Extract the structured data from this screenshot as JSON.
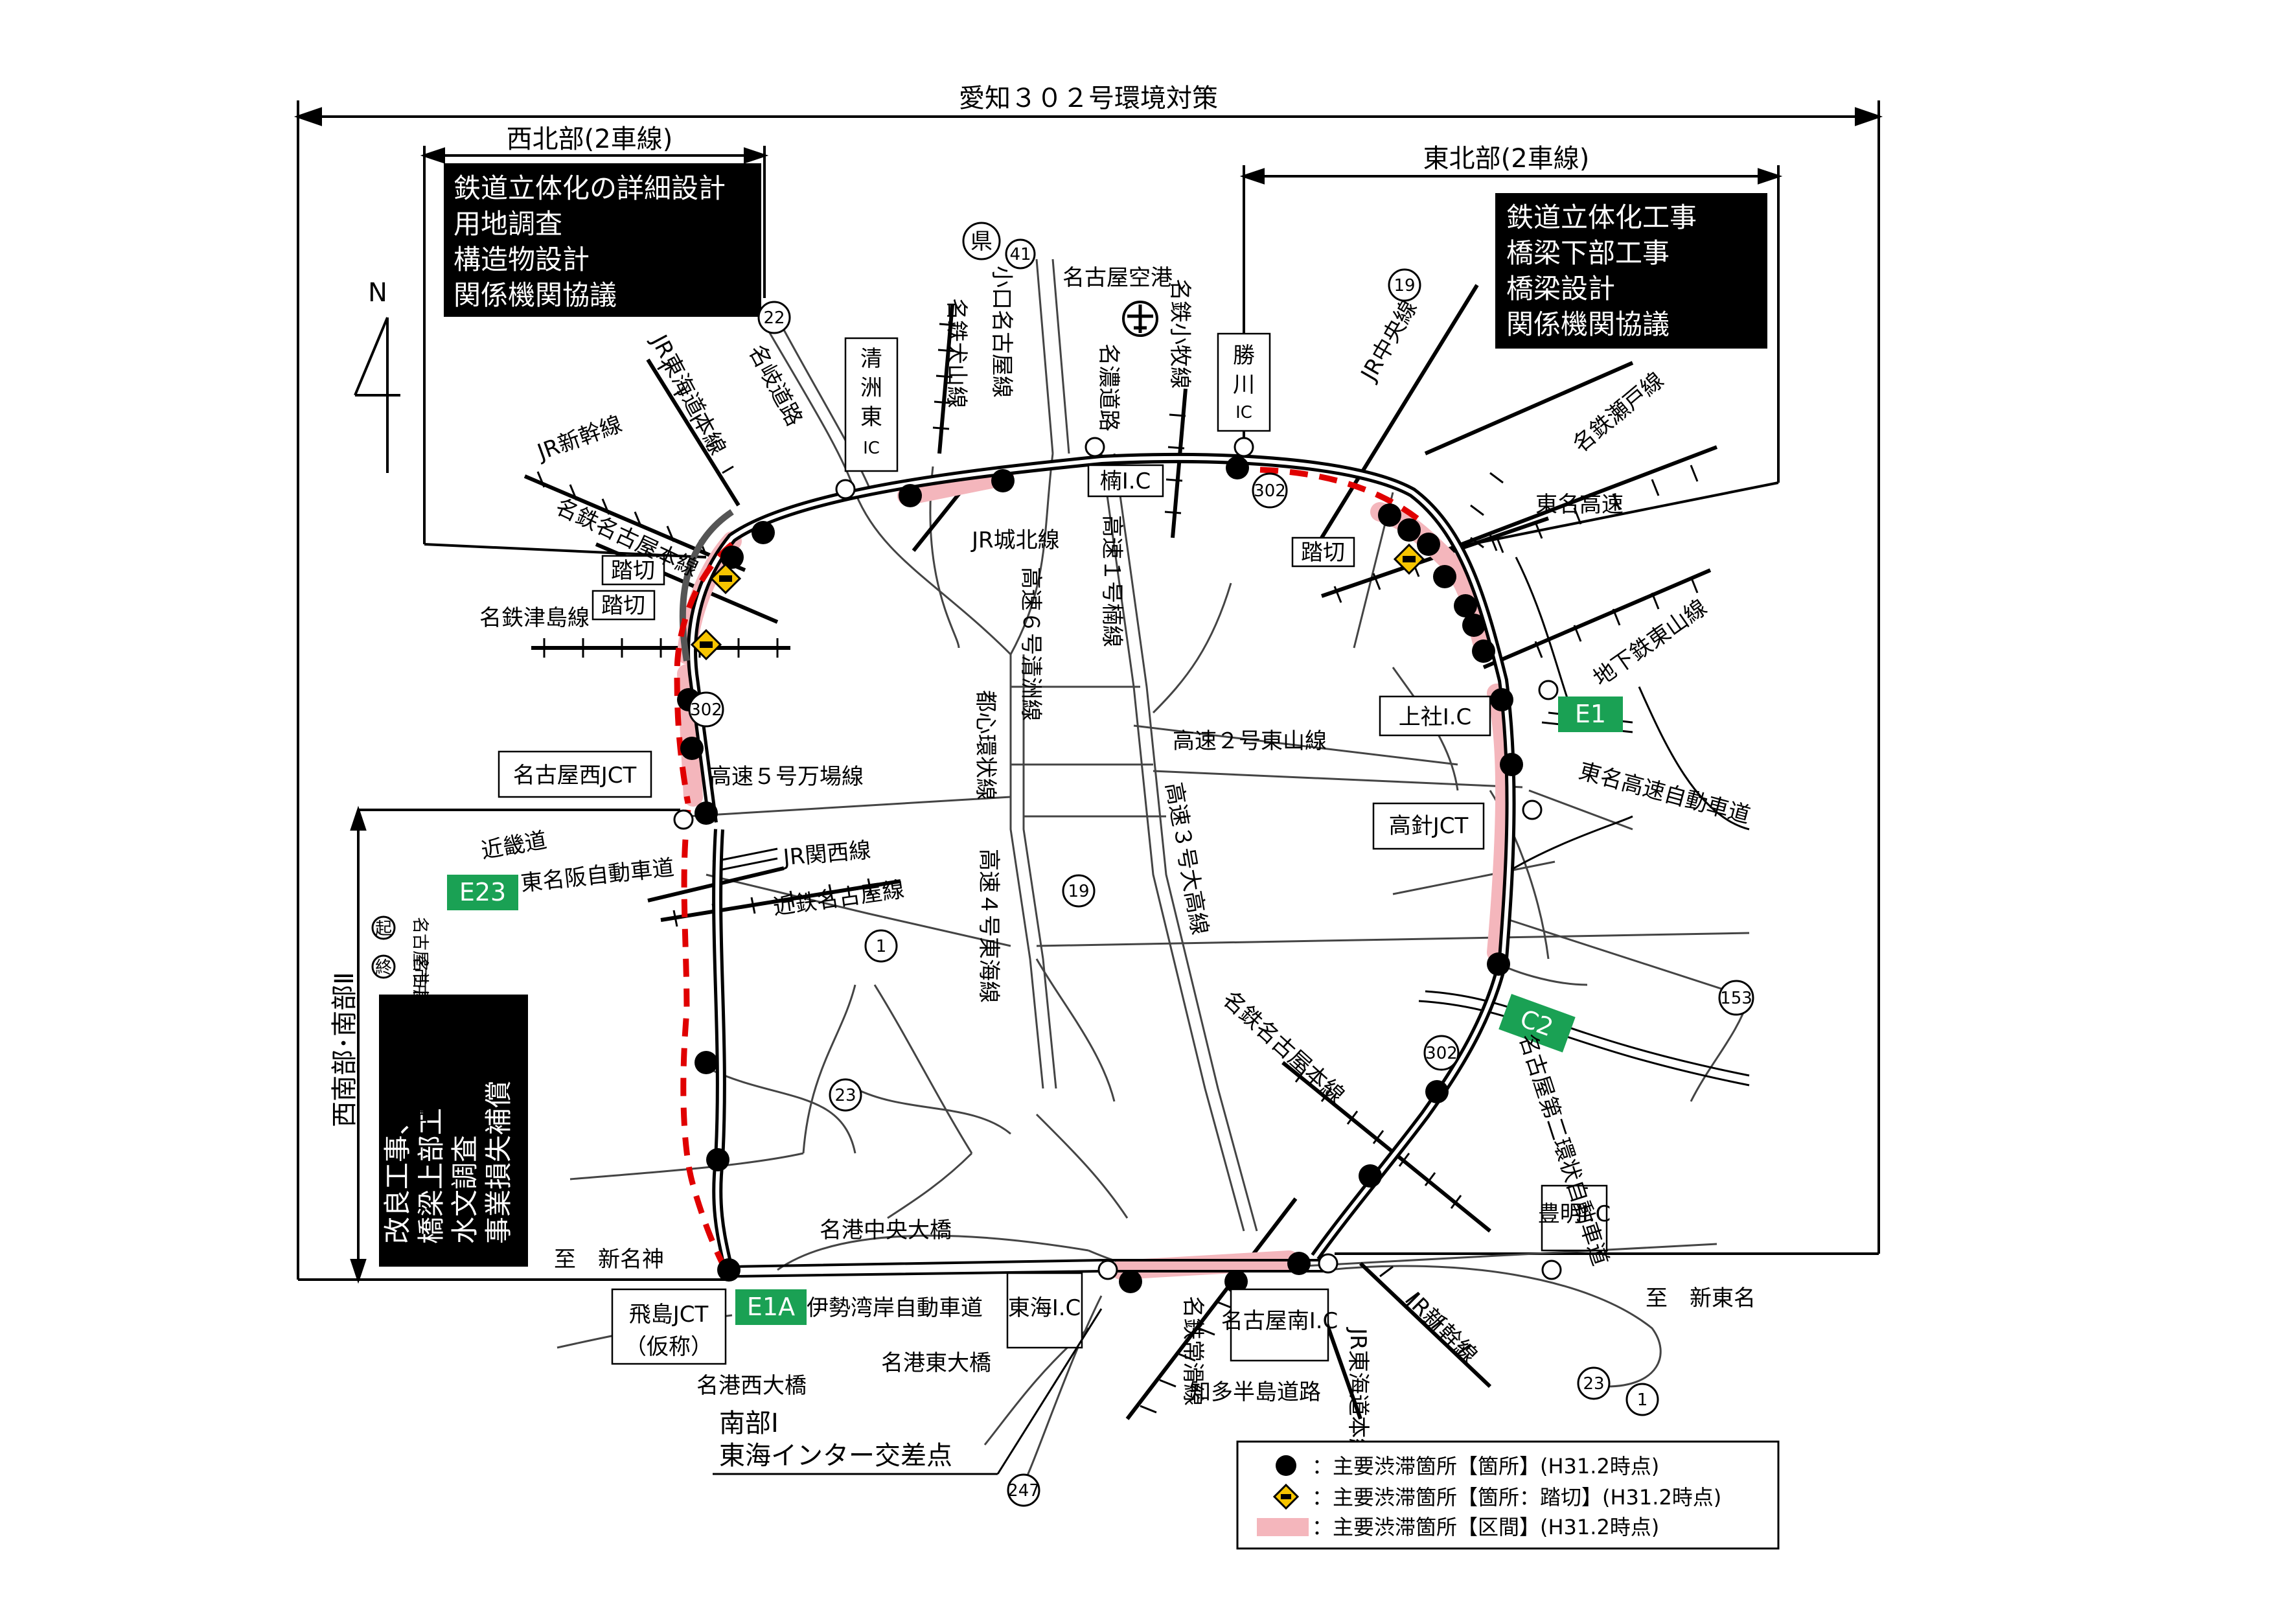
{
  "headers": {
    "top": "愛知３０２号環境対策",
    "northwest": "西北部(2車線)",
    "northeast": "東北部(2車線)",
    "southwest": "西南部･南部Ⅱ",
    "south1": "南部Ⅰ",
    "south1_sub": "東海インター交差点"
  },
  "boxes": {
    "northwest": [
      "鉄道立体化の詳細設計",
      "用地調査",
      "構造物設計",
      "関係機関協議"
    ],
    "northeast": [
      "鉄道立体化工事",
      "橋梁下部工事",
      "橋梁設計",
      "関係機関協議"
    ],
    "southwest": [
      "改良工事、",
      "橋梁上部工",
      "水文調査",
      "事業損失補償"
    ]
  },
  "north": "N",
  "labels": {
    "jr_tokaido": "JR東海道本線",
    "meigi": "名岐道路",
    "kiyosu_east": "清洲東IC",
    "meitetsu_inuyama": "名鉄犬山線",
    "komaki_route": "小口名古屋線",
    "ken": "県",
    "r41": "41",
    "nagoya_airport": "名古屋空港",
    "meino": "名濃道路",
    "meitetsu_komaki": "名鉄小牧線",
    "katsugawa": "勝川IC",
    "r19_top": "19",
    "jr_chuo": "JR中央線",
    "meitetsu_seto": "名鉄瀬戸線",
    "tomei": "東名高速",
    "r22": "22",
    "jr_shinkansen_nw": "JR新幹線",
    "meitetsu_nagoya": "名鉄名古屋本線",
    "fumikiri1": "踏切",
    "fumikiri2": "踏切",
    "fumikiri3": "踏切",
    "meitetsu_tsushima": "名鉄津島線",
    "kusunoki": "楠I.C",
    "jr_johoku": "JR城北線",
    "kosoku6": "高速６号清洲線",
    "kosoku1": "高速１号楠線",
    "toshin": "都心環状線",
    "kosoku2": "高速２号東山線",
    "kosoku5": "高速５号万場線",
    "nagoya_west_jct": "名古屋西JCT",
    "kamiyashiro": "上社I.C",
    "e1": "E1",
    "subway_higashiyama": "地下鉄東山線",
    "tomei_expressway": "東名高速自動車道",
    "takabari": "高針JCT",
    "r302_a": "302",
    "r302_b": "302",
    "r302_c": "302",
    "kinki": "近畿道",
    "higashi_meihan": "東名阪自動車道",
    "e23": "E23",
    "jr_kansai": "JR関西線",
    "kintetsu": "近鉄名古屋線",
    "start_mark": "起",
    "end_mark": "終",
    "start_place": "名古屋市中川区富田町",
    "end_place": "名古屋市中川区富田町",
    "kosoku4": "高速４号東海線",
    "kosoku3": "高速３号大高線",
    "r19_mid": "19",
    "r1_mid": "1",
    "r153": "153",
    "c2": "C2",
    "nagoya2": "名古屋第二環状自動車道",
    "meitetsu_nagoya_se": "名鉄名古屋本線",
    "r23_mid": "23",
    "toyoake": "豊明I.C",
    "shinmeishin": "至　新名神",
    "tobishima": "飛島JCT",
    "kasho": "（仮称）",
    "e1a": "E1A",
    "isewan": "伊勢湾岸自動車道",
    "meiko_chuo": "名港中央大橋",
    "tokai_ic": "東海I.C",
    "meitetsu_tokoname": "名鉄常滑線",
    "chita": "知多半島道路",
    "nagoya_minami": "名古屋南I.C",
    "jr_tokai": "JR東海道本線",
    "jr_shinkansen_se": "JR新幹線",
    "shintomei": "至　新東名",
    "meiko_east": "名港東大橋",
    "meiko_west": "名港西大橋",
    "r23_se": "23",
    "r1_se": "1",
    "r247": "247"
  },
  "legend": {
    "dot": "：主要渋滞箇所【箇所】(H31.2時点)",
    "crossing": "：主要渋滞箇所【箇所：踏切】(H31.2時点)",
    "segment": "：主要渋滞箇所【区間】(H31.2時点)"
  },
  "colors": {
    "congestion": "#f4b6bc",
    "dashed_route": "#e00000",
    "green_sign": "#1aa154",
    "crossing_icon": "#f6c400"
  }
}
